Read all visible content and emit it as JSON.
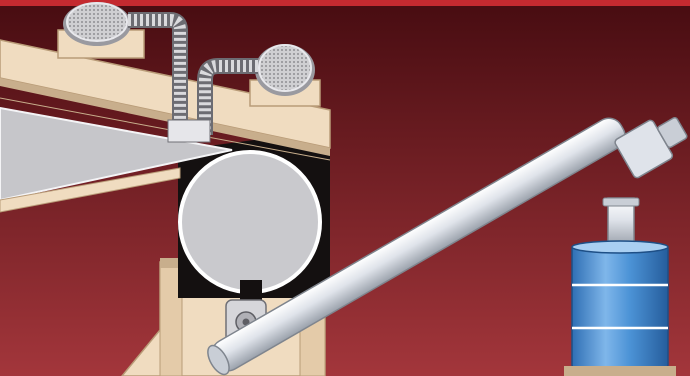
{
  "scene": {
    "title": "",
    "palette": {
      "background_top": "#4a0d12",
      "background_bottom": "#a2343a",
      "top_rule": "#c0282e",
      "frame_beige": "#f0dcc0",
      "frame_shadow": "#c8ae8c",
      "duct_silver": "#d8d8dc",
      "auger_tube": "#dfe3ea",
      "drum_gray": "#c8c8cc",
      "housing_black": "#141010",
      "barrel_blue": "#4c93d6",
      "barrel_blue_dark": "#2f6fb4"
    },
    "components": [
      {
        "name": "inclined-screen-deck",
        "icon": "deck"
      },
      {
        "name": "upper-fan-blower",
        "icon": "fan-icon"
      },
      {
        "name": "lower-fan-blower",
        "icon": "fan-icon"
      },
      {
        "name": "flexible-air-ducts",
        "icon": "duct"
      },
      {
        "name": "rotating-drum",
        "icon": "drum"
      },
      {
        "name": "drum-housing",
        "icon": "housing"
      },
      {
        "name": "support-frame",
        "icon": "frame"
      },
      {
        "name": "drive-gearbox",
        "icon": "gear-icon"
      },
      {
        "name": "inclined-screw-auger",
        "icon": "auger"
      },
      {
        "name": "auger-drive-motor",
        "icon": "motor-icon"
      },
      {
        "name": "collection-drum-barrel",
        "icon": "barrel-icon"
      }
    ]
  }
}
